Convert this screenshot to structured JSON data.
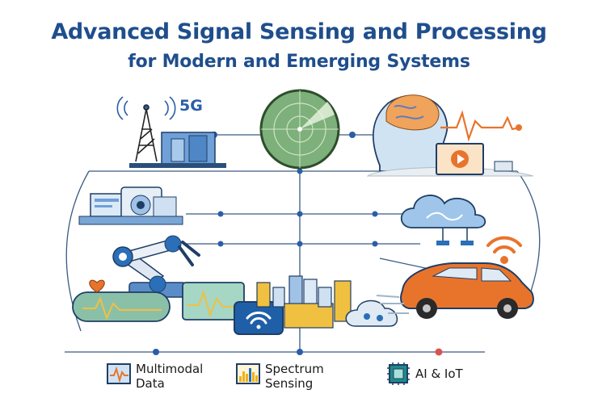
{
  "title": {
    "line1": "Advanced Signal Sensing and Processing",
    "line2": "for Modern and Emerging Systems"
  },
  "labels": {
    "network": "5G"
  },
  "legend": [
    {
      "icon": "waveform-chart-icon",
      "line1": "Multimodal",
      "line2": "Data"
    },
    {
      "icon": "spectrum-bars-icon",
      "line1": "Spectrum",
      "line2": "Sensing"
    },
    {
      "icon": "chip-icon",
      "line1": "AI & IoT",
      "line2": ""
    }
  ],
  "colors": {
    "title": "#1f4e8c",
    "accent_orange": "#e8742c",
    "accent_blue": "#2a6fb8",
    "radar_green": "#6fa86a",
    "node_red": "#d9534f"
  }
}
